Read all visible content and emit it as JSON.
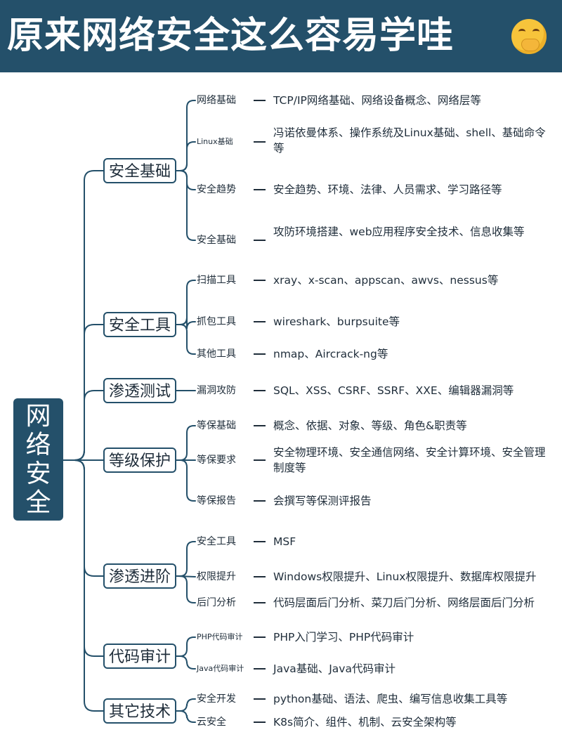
{
  "title": "原来网络安全这么容易学哇",
  "root": "网络安全",
  "colors": {
    "header_bg": "#24506a",
    "line": "#24506a",
    "text": "#1f2d3a"
  },
  "branches": [
    {
      "label": "安全基础",
      "items": [
        {
          "label": "网络基础",
          "desc": "TCP/IP网络基础、网络设备概念、网络层等"
        },
        {
          "label": "Linux基础",
          "desc": "冯诺依曼体系、操作系统及Linux基础、shell、基础命令等"
        },
        {
          "label": "安全趋势",
          "desc": "安全趋势、环境、法律、人员需求、学习路径等"
        },
        {
          "label": "安全基础",
          "desc": "攻防环境搭建、web应用程序安全技术、信息收集等"
        }
      ]
    },
    {
      "label": "安全工具",
      "items": [
        {
          "label": "扫描工具",
          "desc": "xray、x-scan、appscan、awvs、nessus等"
        },
        {
          "label": "抓包工具",
          "desc": "wireshark、burpsuite等"
        },
        {
          "label": "其他工具",
          "desc": "nmap、Aircrack-ng等"
        }
      ]
    },
    {
      "label": "渗透测试",
      "items": [
        {
          "label": "漏洞攻防",
          "desc": "SQL、XSS、CSRF、SSRF、XXE、编辑器漏洞等"
        }
      ]
    },
    {
      "label": "等级保护",
      "items": [
        {
          "label": "等保基础",
          "desc": "概念、依据、对象、等级、角色&职责等"
        },
        {
          "label": "等保要求",
          "desc": "安全物理环境、安全通信网络、安全计算环境、安全管理制度等"
        },
        {
          "label": "等保报告",
          "desc": "会撰写等保测评报告"
        }
      ]
    },
    {
      "label": "渗透进阶",
      "items": [
        {
          "label": "安全工具",
          "desc": "MSF"
        },
        {
          "label": "权限提升",
          "desc": "Windows权限提升、Linux权限提升、数据库权限提升"
        },
        {
          "label": "后门分析",
          "desc": "代码层面后门分析、菜刀后门分析、网络层面后门分析"
        }
      ]
    },
    {
      "label": "代码审计",
      "items": [
        {
          "label": "PHP代码审计",
          "desc": "PHP入门学习、PHP代码审计"
        },
        {
          "label": "Java代码审计",
          "desc": "Java基础、Java代码审计"
        }
      ]
    },
    {
      "label": "其它技术",
      "items": [
        {
          "label": "安全开发",
          "desc": "python基础、语法、爬虫、编写信息收集工具等"
        },
        {
          "label": "云安全",
          "desc": "K8s简介、组件、机制、云安全架构等"
        }
      ]
    }
  ]
}
